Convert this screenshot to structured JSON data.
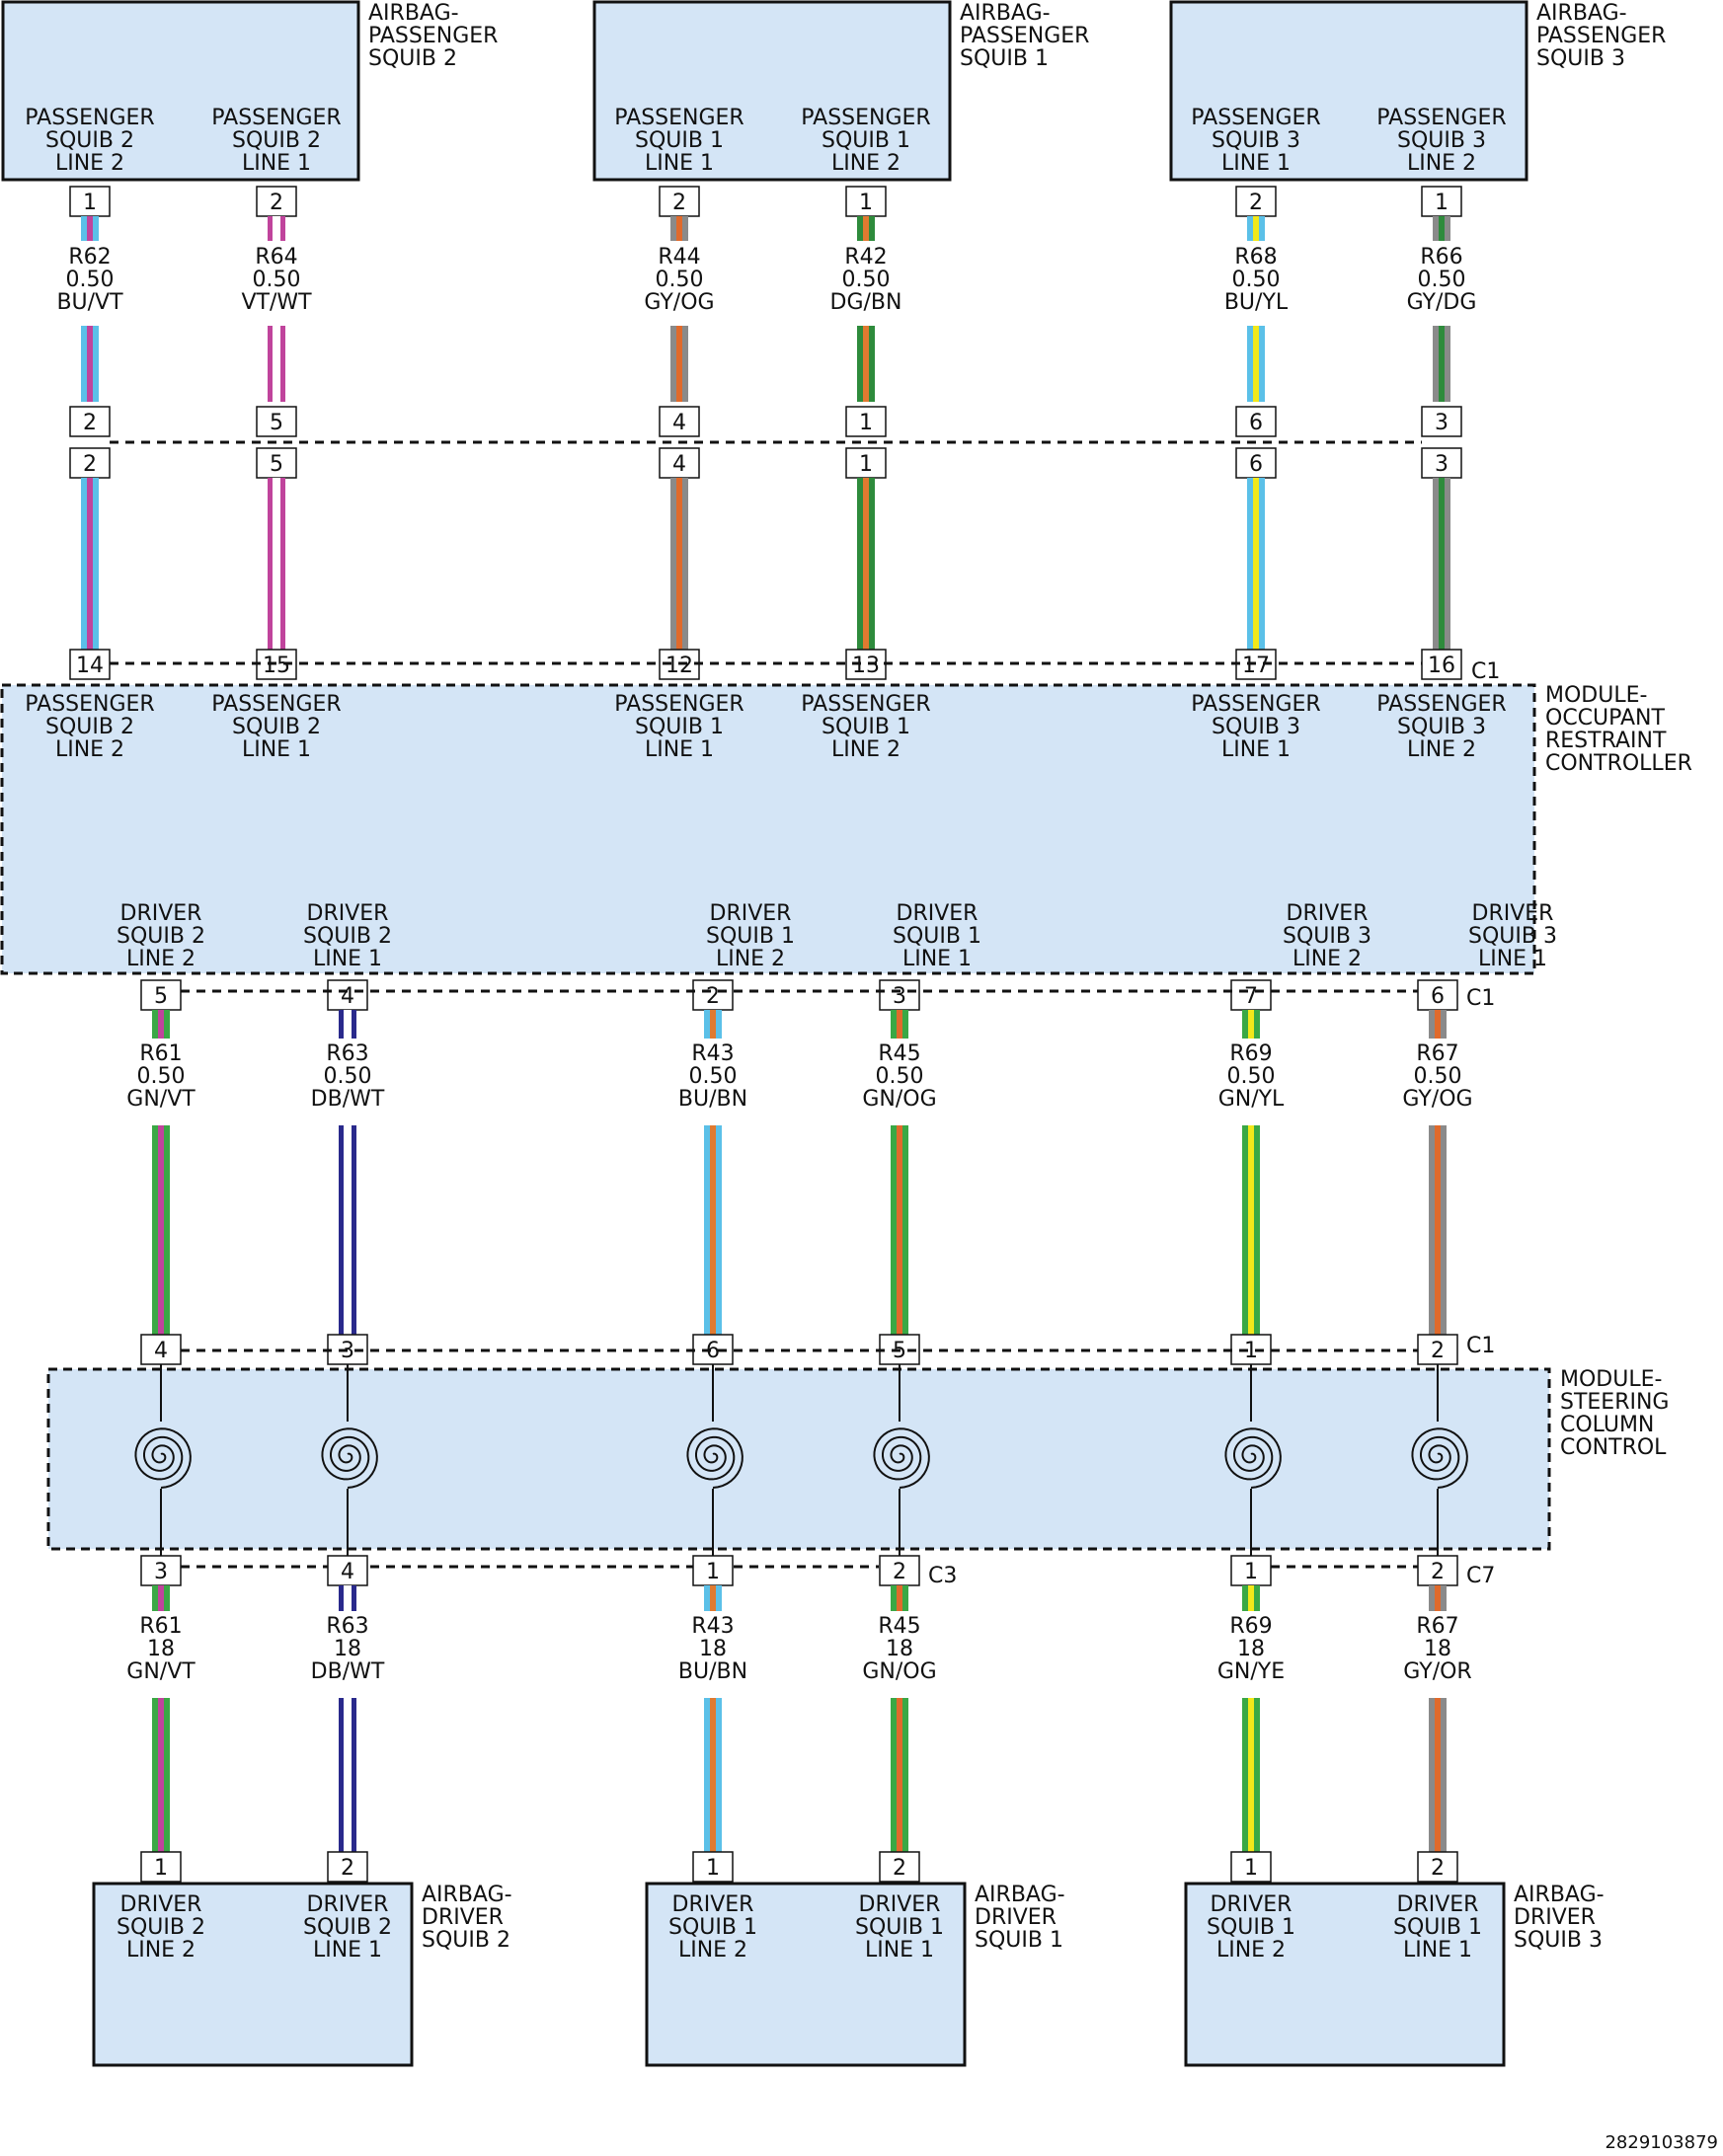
{
  "colors": {
    "BU": "#5bc0e8",
    "VT": "#c0449c",
    "WT": "#ffffff",
    "GY": "#8a8a8a",
    "OG": "#e06a2c",
    "DG": "#2e8b3c",
    "BN": "#e07a30",
    "YL": "#f2e81a",
    "GN": "#3aa845",
    "DB": "#2a2a8c",
    "YE": "#f2e81a",
    "OR": "#e06a2c",
    "box": "#d4e5f6",
    "stroke": "#111111"
  },
  "components": {
    "airbag_passenger_squib2": {
      "name": [
        "AIRBAG-",
        "PASSENGER",
        "SQUIB 2"
      ],
      "pins": [
        [
          "PASSENGER",
          "SQUIB 2",
          "LINE 2"
        ],
        [
          "PASSENGER",
          "SQUIB 2",
          "LINE 1"
        ]
      ]
    },
    "airbag_passenger_squib1": {
      "name": [
        "AIRBAG-",
        "PASSENGER",
        "SQUIB 1"
      ],
      "pins": [
        [
          "PASSENGER",
          "SQUIB 1",
          "LINE 1"
        ],
        [
          "PASSENGER",
          "SQUIB 1",
          "LINE 2"
        ]
      ]
    },
    "airbag_passenger_squib3": {
      "name": [
        "AIRBAG-",
        "PASSENGER",
        "SQUIB 3"
      ],
      "pins": [
        [
          "PASSENGER",
          "SQUIB 3",
          "LINE 1"
        ],
        [
          "PASSENGER",
          "SQUIB 3",
          "LINE 2"
        ]
      ]
    },
    "orc": {
      "name": [
        "MODULE-",
        "OCCUPANT",
        "RESTRAINT",
        "CONTROLLER"
      ],
      "top_pins": [
        [
          "PASSENGER",
          "SQUIB 2",
          "LINE 2"
        ],
        [
          "PASSENGER",
          "SQUIB 2",
          "LINE 1"
        ],
        [
          "PASSENGER",
          "SQUIB 1",
          "LINE 1"
        ],
        [
          "PASSENGER",
          "SQUIB 1",
          "LINE 2"
        ],
        [
          "PASSENGER",
          "SQUIB 3",
          "LINE 1"
        ],
        [
          "PASSENGER",
          "SQUIB 3",
          "LINE 2"
        ]
      ],
      "bottom_pins": [
        [
          "DRIVER",
          "SQUIB 2",
          "LINE 2"
        ],
        [
          "DRIVER",
          "SQUIB 2",
          "LINE 1"
        ],
        [
          "DRIVER",
          "SQUIB 1",
          "LINE 2"
        ],
        [
          "DRIVER",
          "SQUIB 1",
          "LINE 1"
        ],
        [
          "DRIVER",
          "SQUIB 3",
          "LINE 2"
        ],
        [
          "DRIVER",
          "SQUIB 3",
          "LINE 1"
        ]
      ]
    },
    "sccm": {
      "name": [
        "MODULE-",
        "STEERING",
        "COLUMN",
        "CONTROL"
      ]
    },
    "airbag_driver_squib2": {
      "name": [
        "AIRBAG-",
        "DRIVER",
        "SQUIB 2"
      ],
      "pins": [
        [
          "DRIVER",
          "SQUIB 2",
          "LINE 2"
        ],
        [
          "DRIVER",
          "SQUIB 2",
          "LINE 1"
        ]
      ]
    },
    "airbag_driver_squib1": {
      "name": [
        "AIRBAG-",
        "DRIVER",
        "SQUIB 1"
      ],
      "pins": [
        [
          "DRIVER",
          "SQUIB 1",
          "LINE 2"
        ],
        [
          "DRIVER",
          "SQUIB 1",
          "LINE 1"
        ]
      ]
    },
    "airbag_driver_squib3": {
      "name": [
        "AIRBAG-",
        "DRIVER",
        "SQUIB 3"
      ],
      "pins": [
        [
          "DRIVER",
          "SQUIB 1",
          "LINE 2"
        ],
        [
          "DRIVER",
          "SQUIB 1",
          "LINE 1"
        ]
      ]
    }
  },
  "connectors": {
    "orc_c1": "C1",
    "orc_c1b": "C1",
    "sccm_c1": "C1",
    "sccm_c3": "C3",
    "sccm_c7": "C7"
  },
  "upper_circuits": [
    {
      "circuit": "R62",
      "gauge": "0.50",
      "code": "BU/VT",
      "pin_top": "1",
      "inline_a": "2",
      "inline_b": "2",
      "orc_pin": "14"
    },
    {
      "circuit": "R64",
      "gauge": "0.50",
      "code": "VT/WT",
      "pin_top": "2",
      "inline_a": "5",
      "inline_b": "5",
      "orc_pin": "15"
    },
    {
      "circuit": "R44",
      "gauge": "0.50",
      "code": "GY/OG",
      "pin_top": "2",
      "inline_a": "4",
      "inline_b": "4",
      "orc_pin": "12"
    },
    {
      "circuit": "R42",
      "gauge": "0.50",
      "code": "DG/BN",
      "pin_top": "1",
      "inline_a": "1",
      "inline_b": "1",
      "orc_pin": "13"
    },
    {
      "circuit": "R68",
      "gauge": "0.50",
      "code": "BU/YL",
      "pin_top": "2",
      "inline_a": "6",
      "inline_b": "6",
      "orc_pin": "17"
    },
    {
      "circuit": "R66",
      "gauge": "0.50",
      "code": "GY/DG",
      "pin_top": "1",
      "inline_a": "3",
      "inline_b": "3",
      "orc_pin": "16"
    }
  ],
  "middle_circuits": [
    {
      "circuit": "R61",
      "gauge": "0.50",
      "code": "GN/VT",
      "orc_pin": "5",
      "sccm_pin": "4"
    },
    {
      "circuit": "R63",
      "gauge": "0.50",
      "code": "DB/WT",
      "orc_pin": "4",
      "sccm_pin": "3"
    },
    {
      "circuit": "R43",
      "gauge": "0.50",
      "code": "BU/BN",
      "orc_pin": "2",
      "sccm_pin": "6"
    },
    {
      "circuit": "R45",
      "gauge": "0.50",
      "code": "GN/OG",
      "orc_pin": "3",
      "sccm_pin": "5"
    },
    {
      "circuit": "R69",
      "gauge": "0.50",
      "code": "GN/YL",
      "orc_pin": "7",
      "sccm_pin": "1"
    },
    {
      "circuit": "R67",
      "gauge": "0.50",
      "code": "GY/OG",
      "orc_pin": "6",
      "sccm_pin": "2"
    }
  ],
  "lower_circuits": [
    {
      "circuit": "R61",
      "gauge": "18",
      "code": "GN/VT",
      "sccm_pin": "3",
      "airbag_pin": "1"
    },
    {
      "circuit": "R63",
      "gauge": "18",
      "code": "DB/WT",
      "sccm_pin": "4",
      "airbag_pin": "2"
    },
    {
      "circuit": "R43",
      "gauge": "18",
      "code": "BU/BN",
      "sccm_pin": "1",
      "airbag_pin": "1"
    },
    {
      "circuit": "R45",
      "gauge": "18",
      "code": "GN/OG",
      "sccm_pin": "2",
      "airbag_pin": "2"
    },
    {
      "circuit": "R69",
      "gauge": "18",
      "code": "GN/YE",
      "sccm_pin": "1",
      "airbag_pin": "1"
    },
    {
      "circuit": "R67",
      "gauge": "18",
      "code": "GY/OR",
      "sccm_pin": "2",
      "airbag_pin": "2"
    }
  ],
  "footer_id": "2829103879"
}
